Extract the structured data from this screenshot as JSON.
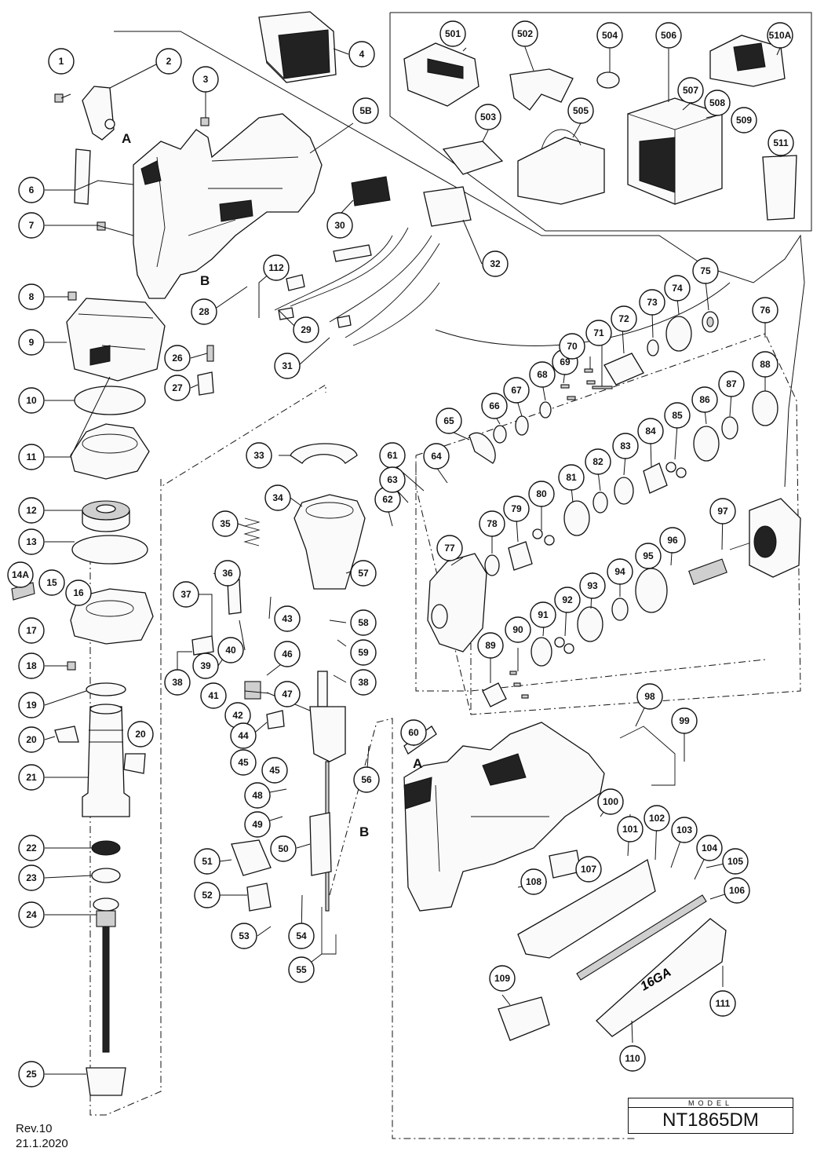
{
  "model": {
    "caption": "MODEL",
    "name": "NT1865DM"
  },
  "revision": {
    "label": "Rev.10",
    "date": "21.1.2020"
  },
  "letters": [
    "A",
    "B",
    "A",
    "B"
  ],
  "callouts": [
    "1",
    "2",
    "3",
    "4",
    "5B",
    "6",
    "7",
    "8",
    "9",
    "10",
    "11",
    "12",
    "13",
    "14A",
    "15",
    "16",
    "17",
    "18",
    "19",
    "20",
    "20",
    "21",
    "22",
    "23",
    "24",
    "25",
    "26",
    "27",
    "28",
    "29",
    "30",
    "31",
    "32",
    "33",
    "34",
    "35",
    "36",
    "37",
    "38",
    "38",
    "39",
    "40",
    "41",
    "42",
    "43",
    "44",
    "45",
    "45",
    "46",
    "47",
    "48",
    "49",
    "50",
    "51",
    "52",
    "53",
    "54",
    "55",
    "56",
    "57",
    "58",
    "59",
    "60",
    "61",
    "62",
    "63",
    "64",
    "65",
    "66",
    "67",
    "68",
    "69",
    "70",
    "71",
    "72",
    "73",
    "74",
    "75",
    "76",
    "77",
    "78",
    "79",
    "80",
    "81",
    "82",
    "83",
    "84",
    "85",
    "86",
    "87",
    "88",
    "89",
    "90",
    "91",
    "92",
    "93",
    "94",
    "95",
    "96",
    "97",
    "98",
    "99",
    "100",
    "101",
    "102",
    "103",
    "104",
    "105",
    "106",
    "107",
    "108",
    "109",
    "110",
    "111",
    "112",
    "501",
    "502",
    "503",
    "504",
    "505",
    "506",
    "507",
    "508",
    "509",
    "510A",
    "511"
  ],
  "magazine_text": "16GA"
}
